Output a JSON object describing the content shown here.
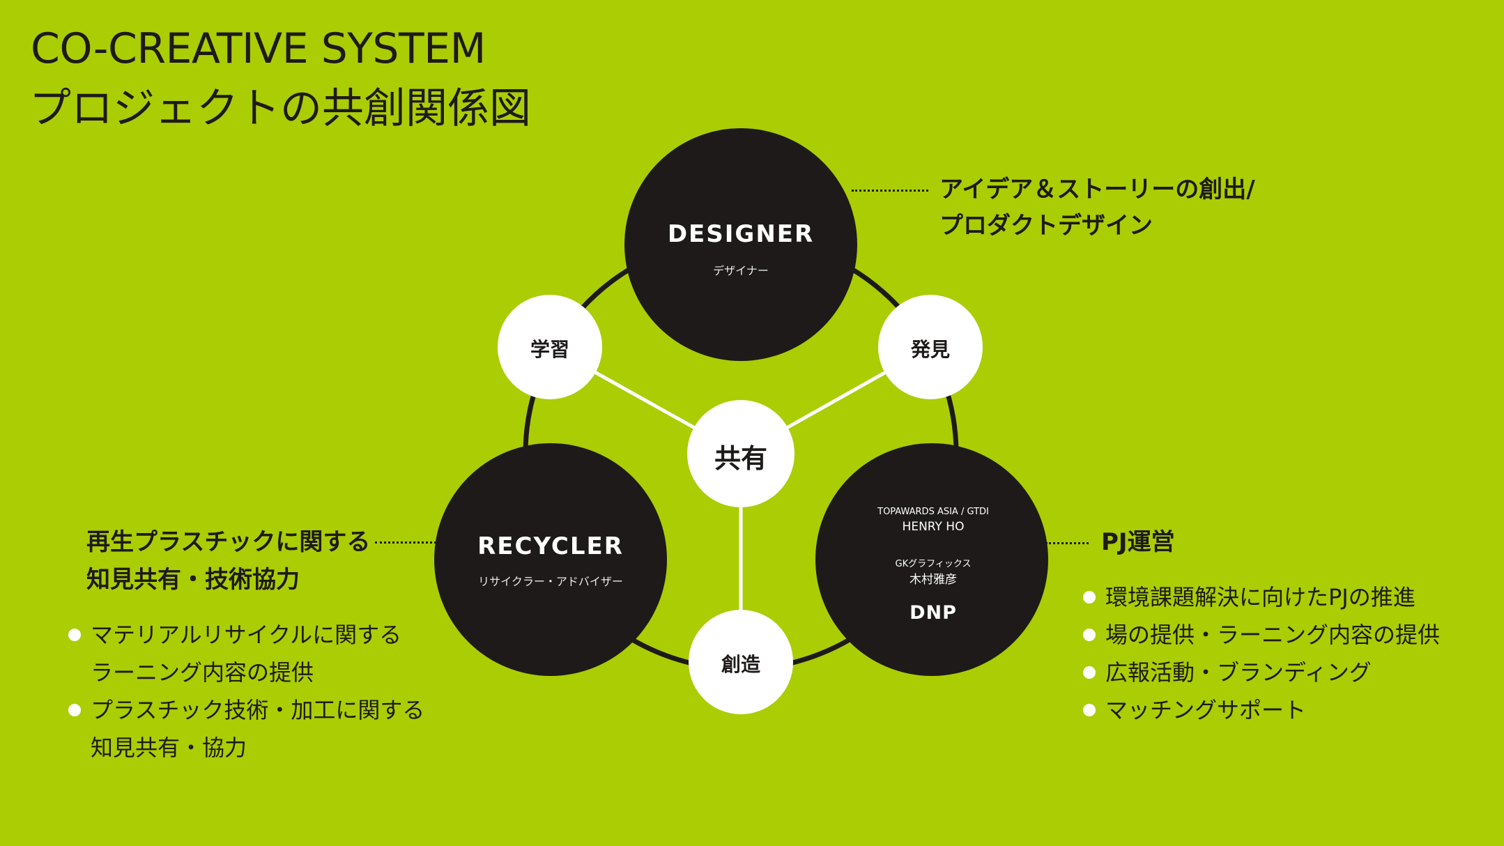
{
  "title": {
    "en": "CO-CREATIVE SYSTEM",
    "ja": "プロジェクトの共創関係図"
  },
  "designer": {
    "name_en": "DESIGNER",
    "name_ja": "デザイナー",
    "role_line1": "アイデア＆ストーリーの創出/",
    "role_line2": "プロダクトデザイン"
  },
  "recycler": {
    "name_en": "RECYCLER",
    "name_ja": "リサイクラー・アドバイザー",
    "role_line1": "再生プラスチックに関する",
    "role_line2": "知見共有・技術協力",
    "items": [
      {
        "line1": "マテリアルリサイクルに関する",
        "line2": "ラーニング内容の提供"
      },
      {
        "line1": "プラスチック技術・加工に関する",
        "line2": "知見共有・協力"
      }
    ]
  },
  "dnp": {
    "org1": "TOPAWARDS ASIA / GTDI",
    "person1": "HENRY HO",
    "org2": "GKグラフィックス",
    "person2": "木村雅彦",
    "name": "DNP",
    "role": "PJ運営",
    "items": [
      "環境課題解決に向けたPJの推進",
      "場の提供・ラーニング内容の提供",
      "広報活動・ブランディング",
      "マッチングサポート"
    ]
  },
  "nodes": {
    "learn": "学習",
    "discover": "発見",
    "share": "共有",
    "create": "創造"
  },
  "colors": {
    "background": "#abcd04",
    "dark": "#1e1a1a",
    "white": "#ffffff"
  }
}
